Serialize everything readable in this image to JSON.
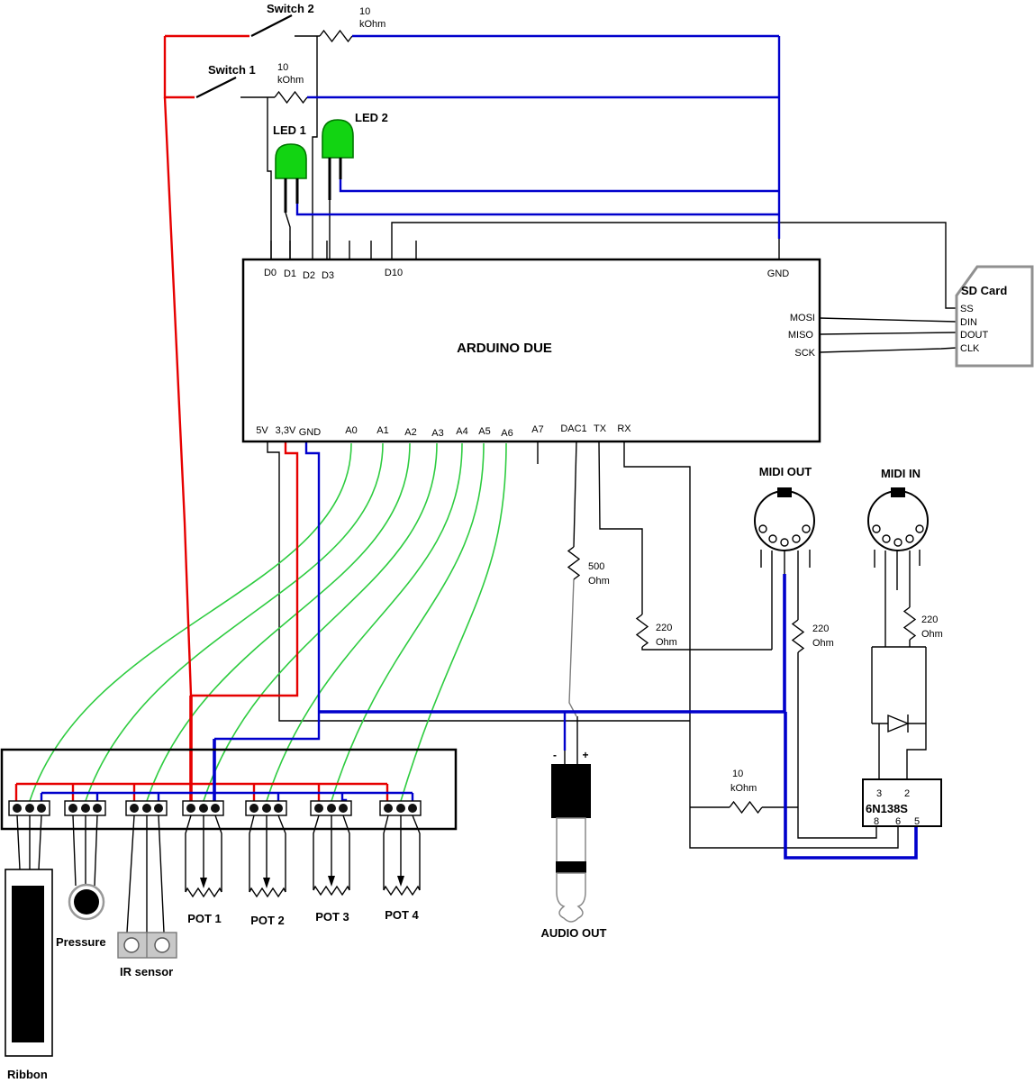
{
  "colors": {
    "wire_red": "#e60000",
    "wire_blue": "#0000cc",
    "wire_green": "#2ecc40",
    "led_fill": "#12d412",
    "led_stroke": "#007700",
    "sd_border": "#909090",
    "ir_fill": "#c8c8c8",
    "gray_wire": "#7d7d7d"
  },
  "labels": {
    "switch2": "Switch 2",
    "switch1": "Switch 1",
    "led1": "LED 1",
    "led2": "LED 2",
    "midi_out": "MIDI OUT",
    "midi_in": "MIDI IN",
    "audio_out": "AUDIO OUT",
    "minus": "-",
    "plus": "+",
    "ribbon": "Ribbon",
    "pressure": "Pressure",
    "ir": "IR sensor"
  },
  "resistors": {
    "sw2": [
      "10",
      "kOhm"
    ],
    "sw1": [
      "10",
      "kOhm"
    ],
    "dac": [
      "500",
      "Ohm"
    ],
    "tx": [
      "220",
      "Ohm"
    ],
    "midi_out": [
      "220",
      "Ohm"
    ],
    "midi_in": [
      "220",
      "Ohm"
    ],
    "pullup": [
      "10",
      "kOhm"
    ]
  },
  "arduino": {
    "title": "ARDUINO DUE",
    "top": [
      "D0",
      "D1",
      "D2",
      "D3",
      "D10",
      "GND"
    ],
    "bottom": [
      "5V",
      "3,3V",
      "GND",
      "A0",
      "A1",
      "A2",
      "A3",
      "A4",
      "A5",
      "A6",
      "A7",
      "DAC1",
      "TX",
      "RX"
    ],
    "right": [
      "MOSI",
      "MISO",
      "SCK"
    ]
  },
  "sd": {
    "title": "SD Card",
    "pins": [
      "SS",
      "DIN",
      "DOUT",
      "CLK"
    ]
  },
  "opto": {
    "name": "6N138S",
    "top": [
      "3",
      "2"
    ],
    "bottom": [
      "8",
      "6",
      "5"
    ]
  },
  "pots": [
    "POT 1",
    "POT 2",
    "POT 3",
    "POT 4"
  ]
}
